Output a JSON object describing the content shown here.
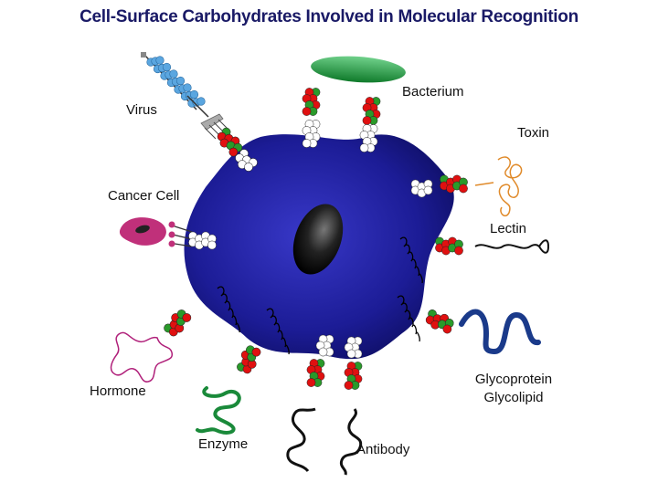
{
  "title": "Cell-Surface Carbohydrates Involved in Molecular Recognition",
  "labels": {
    "virus": "Virus",
    "bacterium": "Bacterium",
    "toxin": "Toxin",
    "cancer_cell": "Cancer Cell",
    "lectin": "Lectin",
    "hormone": "Hormone",
    "glycoprotein": "Glycoprotein",
    "glycolipid": "Glycolipid",
    "enzyme": "Enzyme",
    "antibody": "Antibody"
  },
  "colors": {
    "cell": "#16168a",
    "cell_light": "#3a3ad0",
    "nucleus": "#111111",
    "sugar_red": "#e01010",
    "sugar_green": "#2a9a2a",
    "sugar_white": "#ffffff",
    "bacterium": "#1f9e3a",
    "virus": "#5aa6e0",
    "toxin": "#e08a2a",
    "cancer": "#c0307a",
    "hormone": "#b0207a",
    "enzyme": "#1a8a3a",
    "glycoprotein": "#1a3a8a",
    "antibody": "#111111"
  }
}
